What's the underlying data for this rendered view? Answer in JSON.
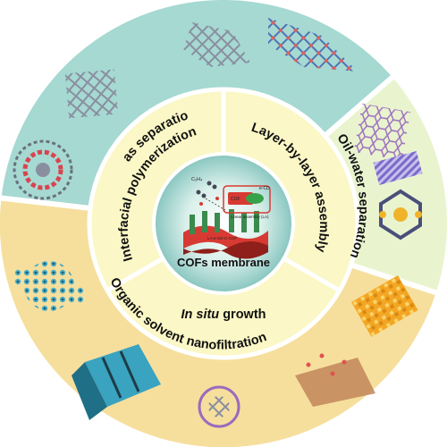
{
  "center": {
    "title": "COFs membrane",
    "small_labels": [
      "C₂H₄",
      "Linear assembly (LA)",
      "COF",
      "e-CD",
      "LA-e-CD-C-COF"
    ]
  },
  "methods": {
    "interfacial": "Interfacial polymerization",
    "layer": "Layer-by-layer assembly",
    "insitu_italic": "In situ",
    "insitu_rest": " growth"
  },
  "applications": {
    "gas": "Gas separation",
    "oil": "Oil-water separation",
    "organic": "Organic solvent nanofiltration"
  },
  "colors": {
    "gas_sector": "#a5d9d2",
    "oil_sector": "#e9f4cf",
    "organic_sector": "#f6df9d",
    "inner_ring": "#fbf7c6",
    "center_gradient_inner": "#ffffff",
    "center_gradient_outer": "#87c5bf",
    "divider": "#ffffff"
  },
  "icons": [
    "framework-structure-icon",
    "membrane-structure-icon",
    "molecular-model-icon"
  ]
}
